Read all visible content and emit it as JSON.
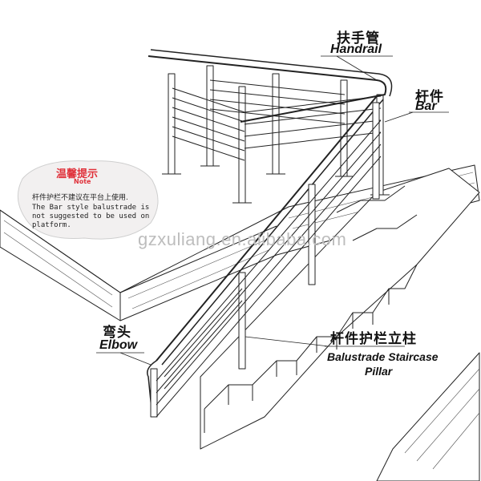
{
  "labels": {
    "handrail_cn": "扶手管",
    "handrail_en": "Handrail",
    "bar_cn": "杆件",
    "bar_en": "Bar",
    "elbow_cn": "弯头",
    "elbow_en": "Elbow",
    "pillar_cn": "杆件护栏立柱",
    "pillar_en_line1": "Balustrade Staircase",
    "pillar_en_line2": "Pillar"
  },
  "note": {
    "title_cn": "温馨提示",
    "title_en": "Note",
    "text_cn": "杆件护栏不建议在平台上使用.",
    "text_en": "The Bar style balustrade is not suggested to be used on platform."
  },
  "watermark": "gzxuliang.en.alibaba.com",
  "colors": {
    "note_accent": "#e0313a",
    "line": "#222222",
    "watermark": "#bdbdbd"
  }
}
